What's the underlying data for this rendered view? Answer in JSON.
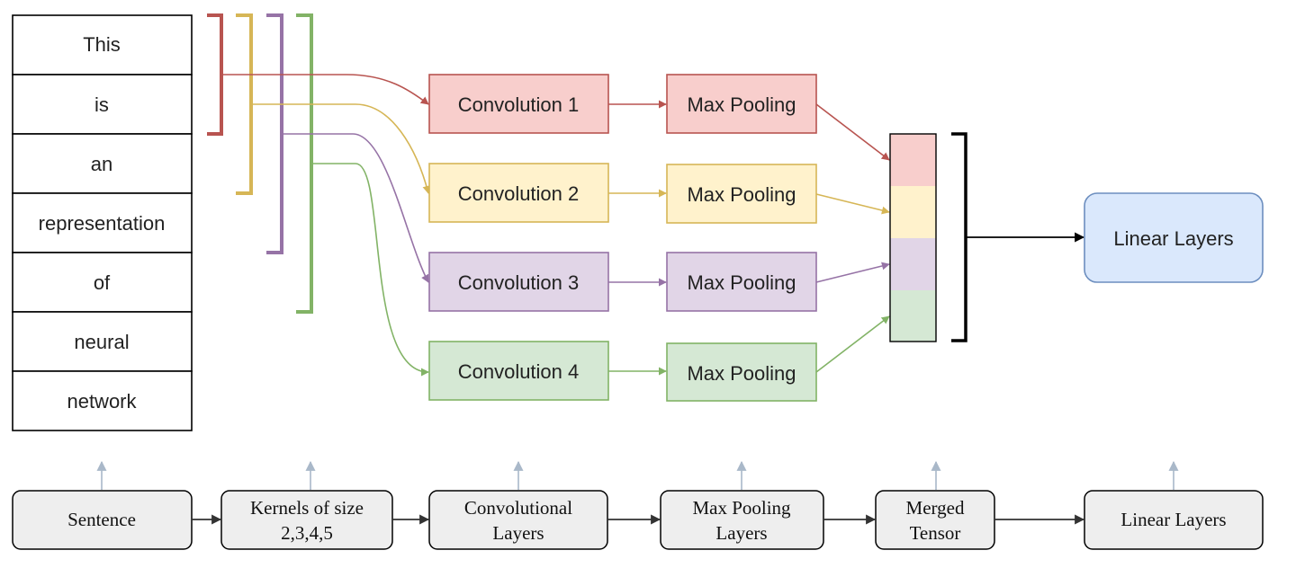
{
  "sentence": {
    "words": [
      "This",
      "is",
      "an",
      "representation",
      "of",
      "neural",
      "network"
    ]
  },
  "convolutions": [
    {
      "label": "Convolution 1",
      "color": "#b85450",
      "fill": "#f8cecc"
    },
    {
      "label": "Convolution 2",
      "color": "#d6b656",
      "fill": "#fff2cc"
    },
    {
      "label": "Convolution 3",
      "color": "#9673a6",
      "fill": "#e1d5e7"
    },
    {
      "label": "Convolution 4",
      "color": "#82b366",
      "fill": "#d5e8d4"
    }
  ],
  "pooling": {
    "label": "Max Pooling"
  },
  "linear": {
    "label": "Linear Layers",
    "color": "#6c8ebf",
    "fill": "#dae8fc"
  },
  "pipeline": [
    {
      "line1": "Sentence",
      "line2": ""
    },
    {
      "line1": "Kernels of size",
      "line2": "2,3,4,5"
    },
    {
      "line1": "Convolutional",
      "line2": "Layers"
    },
    {
      "line1": "Max Pooling",
      "line2": "Layers"
    },
    {
      "line1": "Merged",
      "line2": "Tensor"
    },
    {
      "line1": "Linear Layers",
      "line2": ""
    }
  ]
}
